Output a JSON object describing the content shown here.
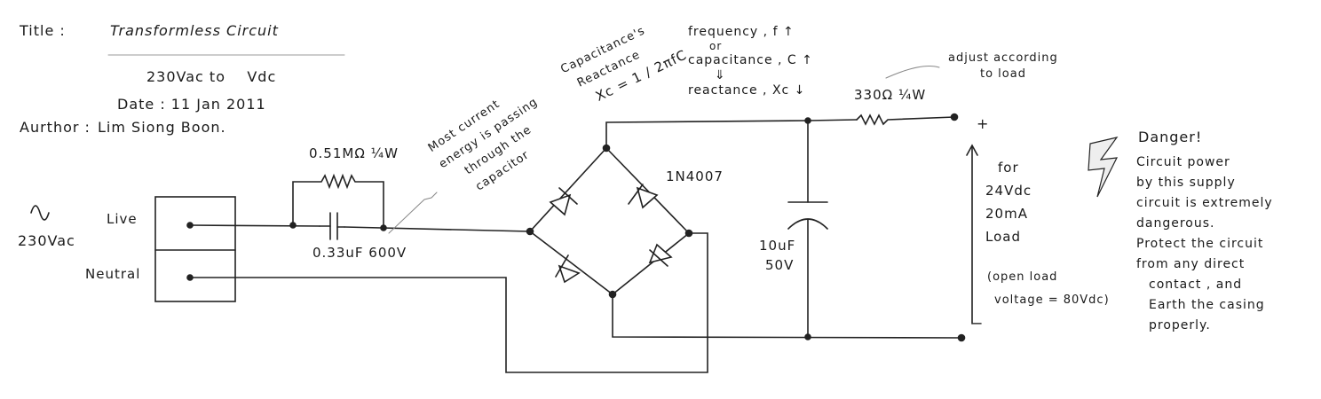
{
  "header": {
    "title_label": "Title :",
    "title": "Transformless Circuit",
    "subtitle": "230Vac to    Vdc",
    "date": "Date : 11 Jan 2011",
    "author_label": "Aurthor :",
    "author": "Lim Siong Boon."
  },
  "source": {
    "symbol": "ac-sine-icon",
    "voltage": "230Vac",
    "live": "Live",
    "neutral": "Neutral"
  },
  "components": {
    "bleed_resistor": "0.51MΩ  ¼W",
    "input_capacitor": "0.33uF  600V",
    "diode": "1N4007",
    "filter_capacitor_value": "10uF",
    "filter_capacitor_voltage": "50V",
    "output_resistor": "330Ω  ¼W"
  },
  "notes": {
    "current_note": [
      "Most current",
      "energy is passing",
      "through the",
      "capacitor"
    ],
    "reactance_title": [
      "Capacitance's",
      "Reactance"
    ],
    "reactance_formula": "Xc = 1 / 2πfC",
    "frequency_note": [
      "frequency , f ↑",
      "or",
      "capacitance , C ↑",
      "⇓",
      "reactance , Xc ↓"
    ],
    "adjust_note": [
      "adjust according",
      "to load"
    ],
    "load_note": [
      "for",
      "24Vdc",
      "20mA",
      "Load"
    ],
    "open_load_note": [
      "(open load",
      "voltage = 80Vdc)"
    ],
    "output_plus": "+",
    "output_minus": "−",
    "danger_icon": "lightning-bolt-icon",
    "danger_title": "Danger!",
    "danger_text": [
      "Circuit power",
      "by this supply",
      "circuit is extremely",
      "dangerous.",
      "Protect the circuit",
      "from any direct",
      "contact , and",
      "Earth the casing",
      "properly."
    ]
  }
}
